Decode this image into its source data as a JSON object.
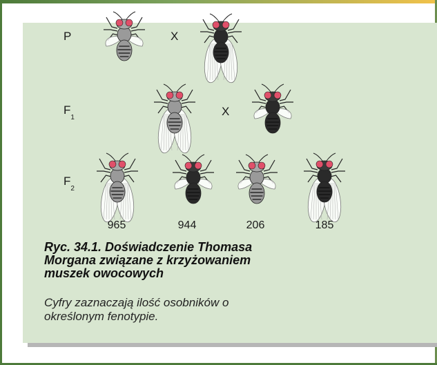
{
  "generations": {
    "p_label": "P",
    "f1_label": "F",
    "f1_sub": "1",
    "f2_label": "F",
    "f2_sub": "2",
    "cross_symbol": "X"
  },
  "f2_counts": [
    "965",
    "944",
    "206",
    "185"
  ],
  "caption": {
    "title": "Ryc. 34.1. Doświadczenie Thomasa Morgana związane z krzyżowaniem muszek owocowych",
    "description": "Cyfry zaznaczają ilość osobników o określonym fenotypie."
  },
  "colors": {
    "panel": "#d8e6d0",
    "grey_body": "#9a9a9a",
    "black_body": "#2a2a2a",
    "eye": "#e0506a"
  },
  "flies": [
    {
      "generation": "P",
      "body": "grey",
      "wings": "vestigial"
    },
    {
      "generation": "P",
      "body": "black",
      "wings": "normal"
    },
    {
      "generation": "F1",
      "body": "grey",
      "wings": "normal"
    },
    {
      "generation": "F1",
      "body": "black",
      "wings": "vestigial"
    },
    {
      "generation": "F2",
      "body": "grey",
      "wings": "normal"
    },
    {
      "generation": "F2",
      "body": "black",
      "wings": "vestigial"
    },
    {
      "generation": "F2",
      "body": "grey",
      "wings": "vestigial"
    },
    {
      "generation": "F2",
      "body": "black",
      "wings": "normal"
    }
  ]
}
